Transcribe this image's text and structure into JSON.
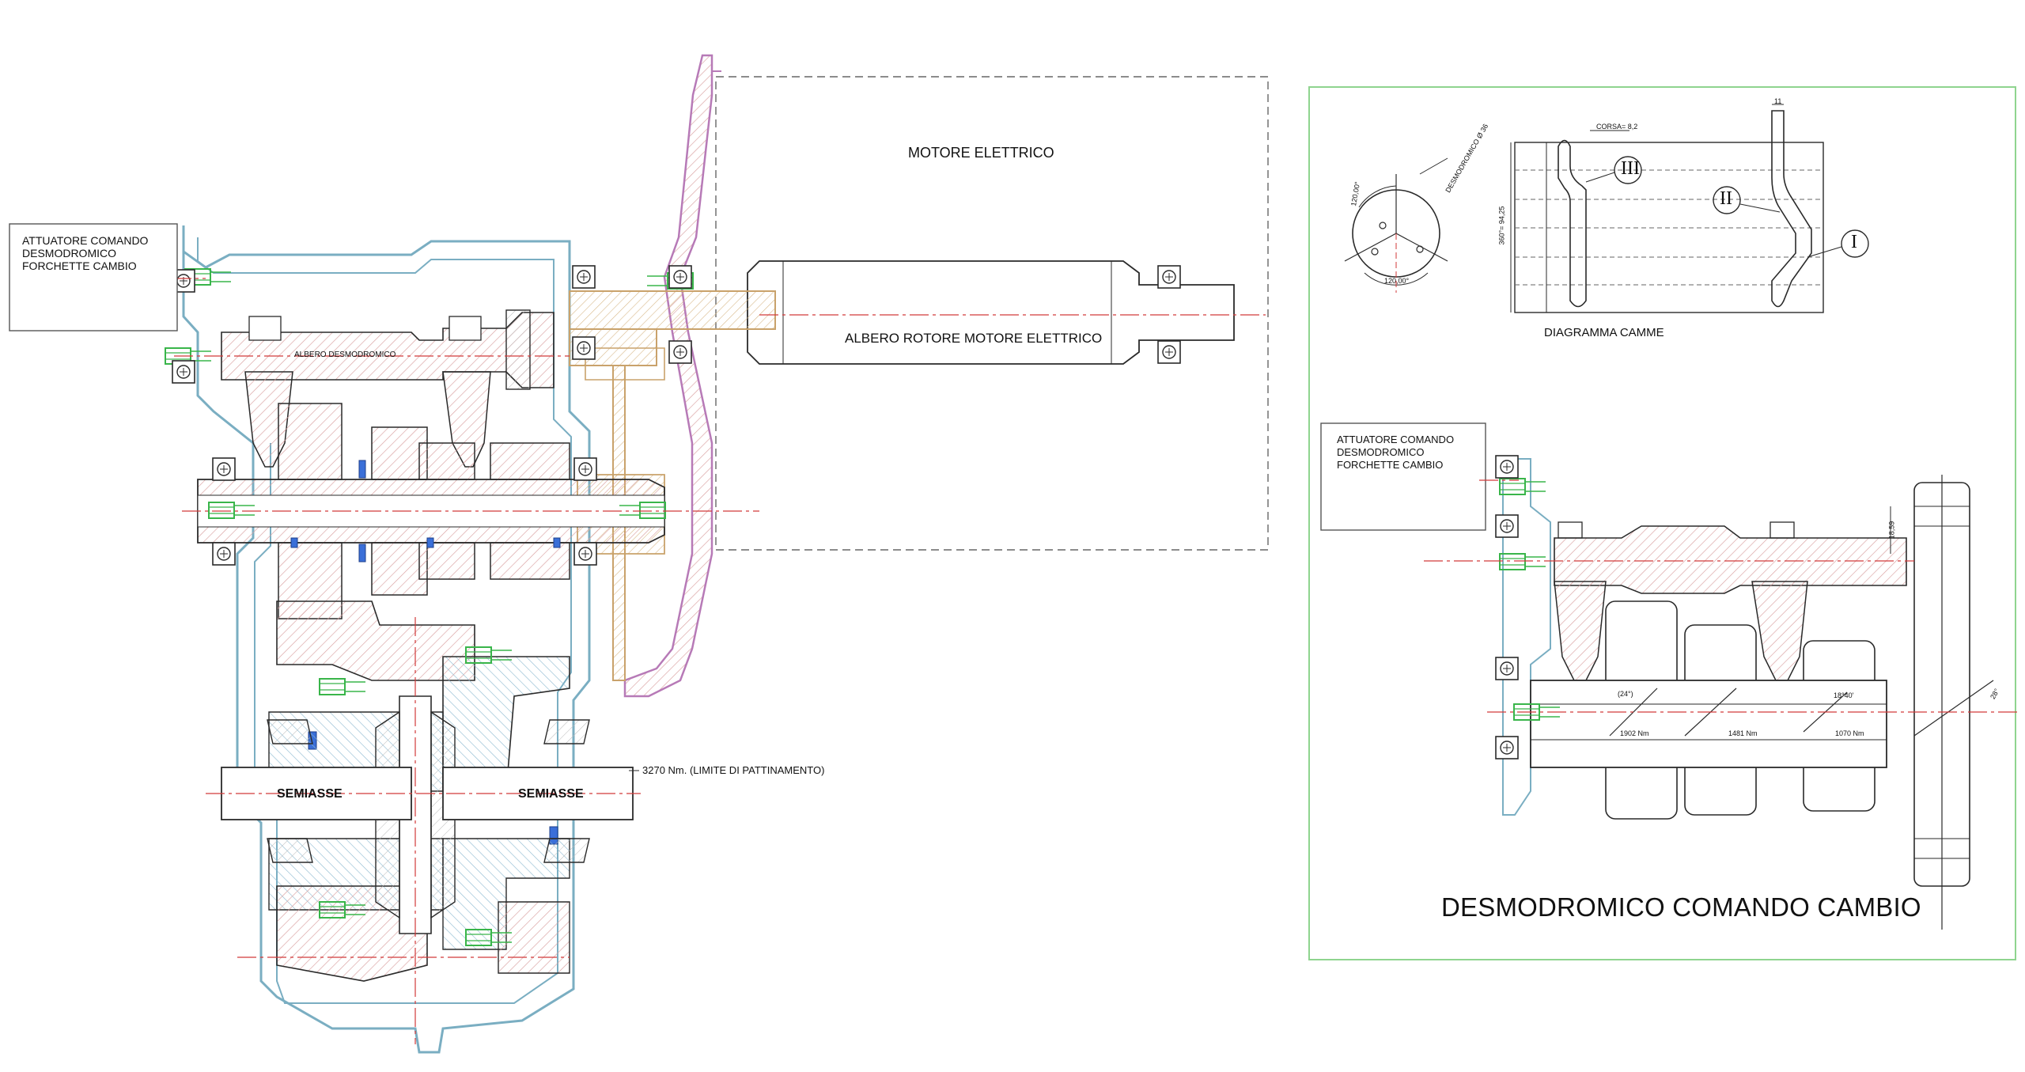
{
  "labels": {
    "motore_elettrico": "MOTORE ELETTRICO",
    "albero_rotore": "ALBERO ROTORE MOTORE ELETTRICO",
    "albero_desmodromico": "ALBERO DESMODROMICO",
    "attuatore_left": [
      "ATTUATORE COMANDO",
      "DESMODROMICO",
      "FORCHETTE CAMBIO"
    ],
    "attuatore_right": [
      "ATTUATORE COMANDO",
      "DESMODROMICO",
      "FORCHETTE CAMBIO"
    ],
    "semiasse_left": "SEMIASSE",
    "semiasse_right": "SEMIASSE",
    "torque_limit": "3270 Nm. (LIMITE DI PATTINAMENTO)",
    "diagramma_camme": "DIAGRAMMA CAMME",
    "title": "DESMODROMICO COMANDO CAMBIO",
    "corsa": "CORSA= 8,2",
    "desmo_dim": "DESMODROMICO Ø 36",
    "angle_top": "120,00°",
    "angle_bottom": "120,00°",
    "height_dim": "360°= 94,25",
    "width_dim": "11",
    "roman_1": "I",
    "roman_2": "II",
    "roman_3": "III",
    "torque_1": "1902 Nm",
    "torque_2": "1481 Nm",
    "torque_3": "1070 Nm",
    "helix_1": "(24°)",
    "helix_2": "18°40'",
    "helix_3": "28°",
    "side_dim": "18,59"
  },
  "colors": {
    "line": "#2a2a2a",
    "centerline": "#d23a3a",
    "hatch": "#d9a0a0",
    "casing": "#7aaec2",
    "motor_flange": "#b77ab7",
    "bolt": "#39b54a",
    "blue_part": "#3a6fd8",
    "frame": "#8fd48f",
    "bearing": "#c9a26b"
  }
}
